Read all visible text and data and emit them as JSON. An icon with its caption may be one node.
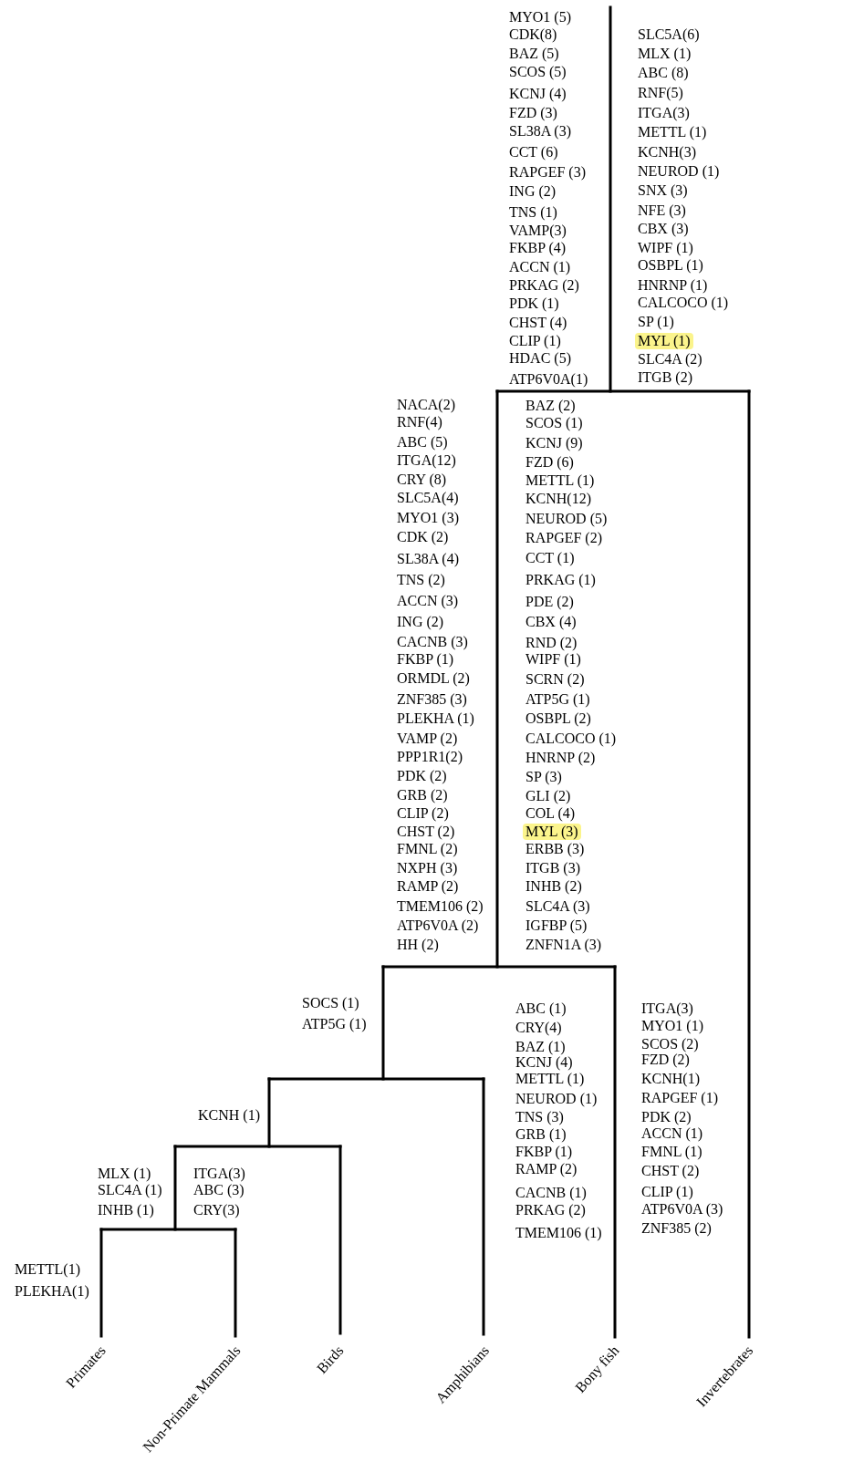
{
  "diagram": {
    "labels": [
      "MYO1 (5)",
      "CDK(8)",
      "BAZ (5)",
      "SCOS (5)",
      "KCNJ (4)",
      "FZD (3)",
      "SL38A (3)",
      "CCT (6)",
      "RAPGEF (3)",
      "ING (2)",
      "TNS (1)",
      "VAMP(3)",
      "FKBP (4)",
      "ACCN (1)",
      "PRKAG (2)",
      "PDK (1)",
      "CHST (4)",
      "CLIP (1)",
      "HDAC (5)",
      "ATP6V0A(1)",
      "SLC5A(6)",
      "MLX (1)",
      "ABC (8)",
      "RNF(5)",
      "ITGA(3)",
      "METTL (1)",
      "KCNH(3)",
      "NEUROD (1)",
      "SNX (3)",
      "NFE (3)",
      "CBX (3)",
      "WIPF (1)",
      "OSBPL (1)",
      "HNRNP (1)",
      "CALCOCO (1)",
      "SP (1)",
      "MYL (1)",
      "SLC4A (2)",
      "ITGB (2)",
      "NACA(2)",
      "RNF(4)",
      "ABC (5)",
      "ITGA(12)",
      "CRY (8)",
      "SLC5A(4)",
      "MYO1 (3)",
      "CDK (2)",
      "SL38A (4)",
      "TNS (2)",
      "ACCN (3)",
      "ING (2)",
      "CACNB (3)",
      "FKBP (1)",
      "ORMDL (2)",
      "ZNF385 (3)",
      "PLEKHA (1)",
      "VAMP (2)",
      "PPP1R1(2)",
      "PDK (2)",
      "GRB (2)",
      "CLIP (2)",
      "CHST (2)",
      "FMNL (2)",
      "NXPH (3)",
      "RAMP (2)",
      "TMEM106 (2)",
      "ATP6V0A (2)",
      "HH (2)",
      "BAZ (2)",
      "SCOS (1)",
      "KCNJ (9)",
      "FZD (6)",
      "METTL (1)",
      "KCNH(12)",
      "NEUROD (5)",
      "RAPGEF (2)",
      "CCT (1)",
      "PRKAG (1)",
      "PDE (2)",
      "CBX (4)",
      "RND (2)",
      "WIPF (1)",
      "SCRN (2)",
      "ATP5G (1)",
      "OSBPL (2)",
      "CALCOCO (1)",
      "HNRNP (2)",
      "SP (3)",
      "GLI (2)",
      "COL (4)",
      "MYL (3)",
      "ERBB (3)",
      "ITGB (3)",
      "INHB (2)",
      "SLC4A (3)",
      "IGFBP (5)",
      "ZNFN1A (3)",
      "SOCS (1)",
      "ATP5G (1)",
      "ABC (1)",
      "CRY(4)",
      "BAZ (1)",
      "KCNJ (4)",
      "METTL (1)",
      "NEUROD (1)",
      "TNS (3)",
      "GRB (1)",
      "FKBP (1)",
      "RAMP (2)",
      "CACNB (1)",
      "PRKAG (2)",
      "TMEM106 (1)",
      "ITGA(3)",
      "MYO1 (1)",
      "SCOS (2)",
      "FZD (2)",
      "KCNH(1)",
      "RAPGEF (1)",
      "PDK (2)",
      "ACCN (1)",
      "FMNL (1)",
      "CHST (2)",
      "CLIP (1)",
      "ATP6V0A (3)",
      "ZNF385 (2)",
      "KCNH (1)",
      "MLX (1)",
      "SLC4A (1)",
      "INHB (1)",
      "ITGA(3)",
      "ABC (3)",
      "CRY(3)",
      "METTL(1)",
      "PLEKHA(1)",
      "Primates",
      "Non-Primate Mammals",
      "Birds",
      "Amphibians",
      "Bony fish",
      "Invertebrates"
    ]
  }
}
